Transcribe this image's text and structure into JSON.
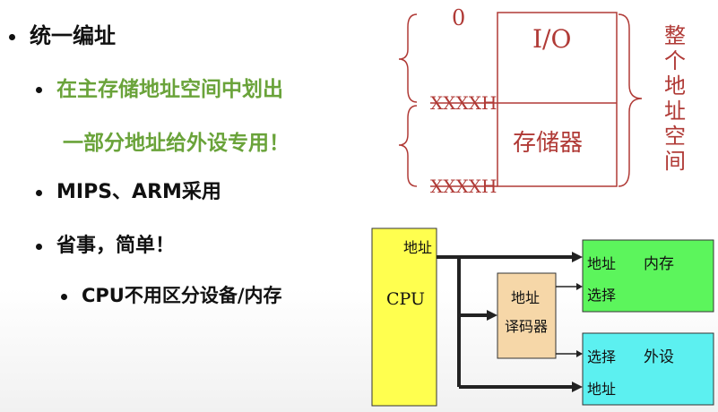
{
  "bullets": {
    "b1": "统一编址",
    "b2a": "在主存储地址空间中划出",
    "b2b": "一部分地址给外设专用！",
    "b3": "MIPS、ARM采用",
    "b4": "省事，简单！",
    "b5": "CPU不用区分设备/内存"
  },
  "memmap": {
    "zero": "0",
    "io": "I/O",
    "addr1": "XXXXH",
    "storage": "存储器",
    "addr2": "XXXXH",
    "whole": [
      "整",
      "个",
      "地",
      "址",
      "空",
      "间"
    ]
  },
  "block": {
    "cpu_addr": "地址",
    "cpu": "CPU",
    "decoder_l1": "地址",
    "decoder_l2": "译码器",
    "mem_addr": "地址",
    "mem_name": "内存",
    "mem_sel": "选择",
    "dev_sel": "选择",
    "dev_name": "外设",
    "dev_addr": "地址"
  },
  "colors": {
    "memmap_line": "#b03a36",
    "green_text": "#6aa33a",
    "cpu_fill": "#ffff4f",
    "decoder_fill": "#f6d7a8",
    "mem_fill": "#5cf55c",
    "dev_fill": "#5cf0f0"
  }
}
